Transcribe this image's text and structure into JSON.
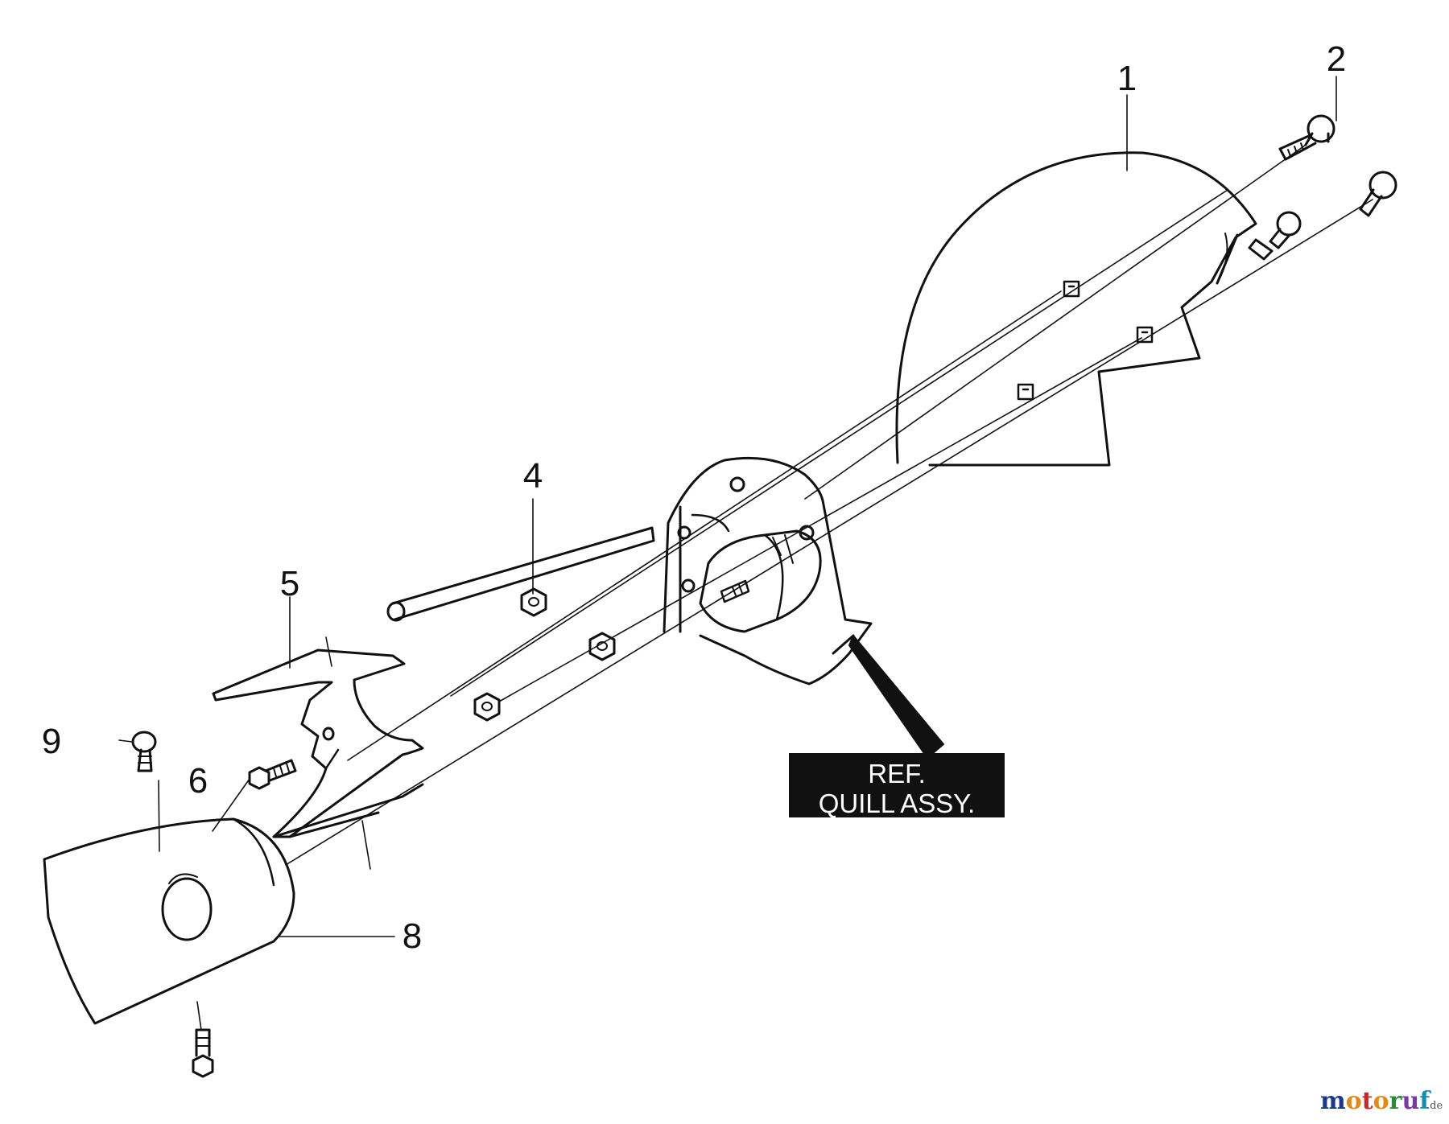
{
  "callouts": {
    "c1": "1",
    "c2": "2",
    "c4": "4",
    "c5": "5",
    "c6": "6",
    "c8": "8",
    "c9": "9"
  },
  "reference_box": {
    "line1": "REF.",
    "line2": "QUILL ASSY."
  },
  "watermark": {
    "brand": "motoruf",
    "suffix": ".de"
  },
  "colors": {
    "line": "#111111",
    "ref_box_bg": "#111111",
    "ref_box_text": "#ffffff",
    "wm_m": "#1b3a8c",
    "wm_o": "#e08a1c",
    "wm_t": "#c8262c",
    "wm_r": "#2a8a3a",
    "wm_u": "#7a3aa0",
    "wm_f": "#1a8ab0"
  }
}
